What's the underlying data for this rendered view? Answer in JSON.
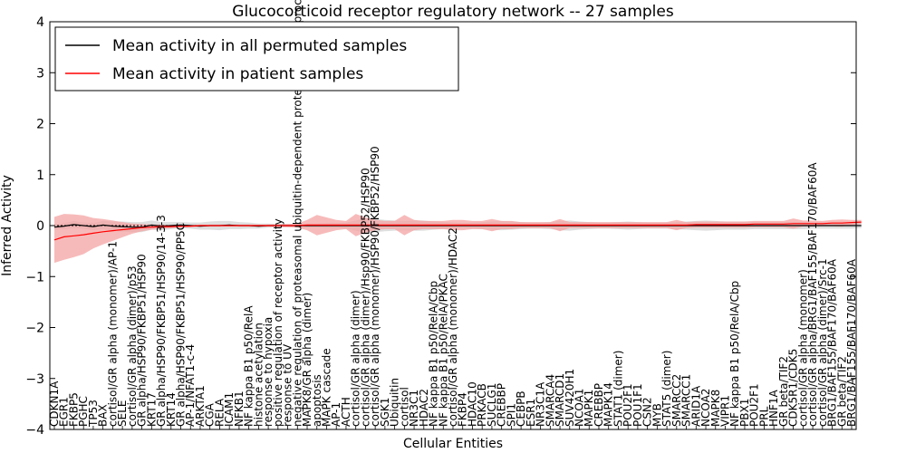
{
  "chart_data": {
    "type": "line",
    "title": "Glucocorticoid receptor regulatory network -- 27 samples",
    "xlabel": "Cellular Entities",
    "ylabel": "Inferred Activity",
    "ylim": [
      -4,
      4
    ],
    "yticks": [
      -4,
      -3,
      -2,
      -1,
      0,
      1,
      2,
      3,
      4
    ],
    "legend": {
      "placement": "top-left"
    },
    "grid": false,
    "colors": {
      "permuted": "#000000",
      "patient": "#ff0000",
      "patient_band": "#f4a3a3",
      "permuted_band": "#c8c8c8"
    },
    "categories": [
      "CDKN1A",
      "EGR1",
      "FKBP5",
      "PGHC",
      "TP53",
      "BAX",
      "cortisol/GR alpha (monomer)/AP-1",
      "SELE",
      "cortisol/GR alpha (dimer)/p53",
      "GR alpha/HSP90/FKBP51/HSP90",
      "KRT17",
      "GR alpha/HSP90/FKBP51/HSP90/14-3-3",
      "KRT14",
      "GR alpha/HSP90/FKBP51/HSP90/PP5C",
      "AP-1/NFAT1-c-4",
      "ARKTA1",
      "CGA",
      "RELA",
      "ICAM1",
      "NFKB1",
      "NF kappa B1 p50/RelA",
      "histone acetylation",
      "response to hypoxia",
      "positive regulation of receptor activity",
      "response to UV",
      "negative regulation of proteasomal ubiquitin-dependent protein catabolic process",
      "MAPK8/GR alpha (dimer)",
      "apoptosis",
      "MAPK cascade",
      "AP-1",
      "ACTH",
      "cortisol/GR alpha (dimer)",
      "cortisol/GR alpha (dimer)/Hsp90/FKBP52/HSP90",
      "cortisol/GR alpha (monomer)/HSP90/FKBP52/HSP90",
      "SGK1",
      "Ubiquitin",
      "cortisol",
      "NR3C1",
      "HDAC2",
      "NF kappa B1 p50/RelA/Cbp",
      "NF kappa B1 p50/RelA/PKAC",
      "cortisol/GR alpha (monomer)/HDAC2",
      "FKBP4",
      "HDAC10",
      "PRKACB",
      "SUCLG1",
      "CREBBP",
      "SPI1",
      "CEBPB",
      "ESR1",
      "NR3C1A",
      "SMARCA4",
      "SMARCD1",
      "SUV420H1",
      "NCOA1",
      "MAPK1",
      "CREBBP",
      "MAPK14",
      "STAT1 (dimer)",
      "POU2F1",
      "POU1F1",
      "CSN2",
      "MYB",
      "STAT5 (dimer)",
      "SMARCC2",
      "SMARCC1",
      "ARID1A",
      "NCOA2",
      "MAPK8",
      "VIPR1",
      "NF kappa B1 p50/RelA/Cbp",
      "PBX1",
      "POU2F1",
      "PRL",
      "HNF1A",
      "GR beta/TIF2",
      "CDK5R1/CDK5",
      "cortisol/GR alpha (monomer)",
      "cortisol/GR alpha/BRG1/BAF155/BAF170/BAF60A",
      "cortisol/GR alpha (dimer)/Src-1",
      "BRG1/BAF155/BAF170/BAF60A",
      "GR beta/TIF2",
      "BRG1/BAF155/BAF170/BAF60A"
    ],
    "series": [
      {
        "name": "Mean activity in all permuted samples",
        "values": [
          -0.03,
          -0.01,
          0.02,
          0.0,
          -0.02,
          0.01,
          -0.01,
          -0.02,
          -0.03,
          -0.03,
          0.01,
          -0.01,
          0.0,
          0.01,
          0.0,
          -0.01,
          0.0,
          0.0,
          0.01,
          0.0,
          0.0,
          -0.01,
          0.0,
          0.0,
          0.0,
          0.0,
          0.0,
          0.0,
          0.0,
          0.0,
          0.0,
          0.0,
          0.0,
          0.0,
          0.0,
          0.0,
          0.0,
          0.0,
          0.0,
          0.0,
          0.0,
          0.0,
          0.0,
          0.0,
          0.0,
          0.0,
          0.0,
          0.0,
          0.0,
          0.0,
          0.0,
          0.0,
          0.0,
          0.0,
          0.0,
          0.0,
          0.0,
          0.0,
          0.0,
          0.0,
          0.0,
          0.0,
          0.0,
          0.0,
          0.0,
          0.0,
          0.0,
          0.0,
          0.0,
          0.0,
          0.0,
          0.0,
          0.0,
          0.0,
          0.0,
          0.0,
          0.0,
          0.0,
          0.0,
          0.0,
          0.0,
          0.0,
          0.0,
          0.0
        ],
        "band": [
          0.05,
          0.06,
          0.07,
          0.06,
          0.07,
          0.08,
          0.09,
          0.1,
          0.1,
          0.1,
          0.09,
          0.08,
          0.07,
          0.06,
          0.06,
          0.07,
          0.08,
          0.09,
          0.08,
          0.07,
          0.06,
          0.05,
          0.04,
          0.03,
          0.03,
          0.03,
          0.04,
          0.04,
          0.05,
          0.05,
          0.06,
          0.1,
          0.15,
          0.13,
          0.11,
          0.1,
          0.09,
          0.1,
          0.1,
          0.08,
          0.07,
          0.06,
          0.05,
          0.06,
          0.07,
          0.08,
          0.09,
          0.08,
          0.07,
          0.06,
          0.06,
          0.07,
          0.09,
          0.1,
          0.08,
          0.07,
          0.06,
          0.06,
          0.07,
          0.08,
          0.07,
          0.06,
          0.06,
          0.06,
          0.07,
          0.08,
          0.09,
          0.1,
          0.09,
          0.08,
          0.08,
          0.08,
          0.07,
          0.07,
          0.07,
          0.07,
          0.07,
          0.07,
          0.06,
          0.06,
          0.06,
          0.06,
          0.06,
          0.05
        ]
      },
      {
        "name": "Mean activity in patient samples",
        "values": [
          -0.28,
          -0.22,
          -0.2,
          -0.18,
          -0.15,
          -0.12,
          -0.1,
          -0.08,
          -0.06,
          -0.04,
          -0.03,
          -0.02,
          -0.02,
          -0.01,
          -0.01,
          0.0,
          0.0,
          0.0,
          0.0,
          0.0,
          0.0,
          0.0,
          0.0,
          0.0,
          0.0,
          0.0,
          0.01,
          0.01,
          0.01,
          0.01,
          0.01,
          0.01,
          0.01,
          0.01,
          0.01,
          0.01,
          0.01,
          0.01,
          0.01,
          0.01,
          0.01,
          0.01,
          0.01,
          0.01,
          0.01,
          0.01,
          0.01,
          0.01,
          0.01,
          0.01,
          0.01,
          0.01,
          0.01,
          0.01,
          0.01,
          0.01,
          0.01,
          0.01,
          0.01,
          0.01,
          0.01,
          0.01,
          0.01,
          0.01,
          0.01,
          0.01,
          0.02,
          0.02,
          0.02,
          0.02,
          0.02,
          0.02,
          0.03,
          0.03,
          0.03,
          0.03,
          0.04,
          0.04,
          0.04,
          0.04,
          0.05,
          0.05,
          0.06,
          0.07
        ],
        "band": [
          0.45,
          0.45,
          0.42,
          0.38,
          0.3,
          0.25,
          0.2,
          0.15,
          0.1,
          0.07,
          0.05,
          0.04,
          0.03,
          0.03,
          0.02,
          0.02,
          0.02,
          0.02,
          0.02,
          0.02,
          0.02,
          0.02,
          0.02,
          0.03,
          0.03,
          0.04,
          0.1,
          0.2,
          0.15,
          0.1,
          0.08,
          0.22,
          0.15,
          0.1,
          0.08,
          0.08,
          0.2,
          0.1,
          0.08,
          0.08,
          0.08,
          0.1,
          0.1,
          0.08,
          0.08,
          0.12,
          0.08,
          0.08,
          0.06,
          0.06,
          0.06,
          0.06,
          0.12,
          0.06,
          0.06,
          0.06,
          0.06,
          0.06,
          0.06,
          0.06,
          0.06,
          0.06,
          0.06,
          0.06,
          0.1,
          0.06,
          0.06,
          0.06,
          0.06,
          0.06,
          0.06,
          0.06,
          0.06,
          0.06,
          0.06,
          0.06,
          0.1,
          0.06,
          0.06,
          0.05,
          0.06,
          0.07,
          0.05,
          0.04
        ]
      }
    ]
  }
}
